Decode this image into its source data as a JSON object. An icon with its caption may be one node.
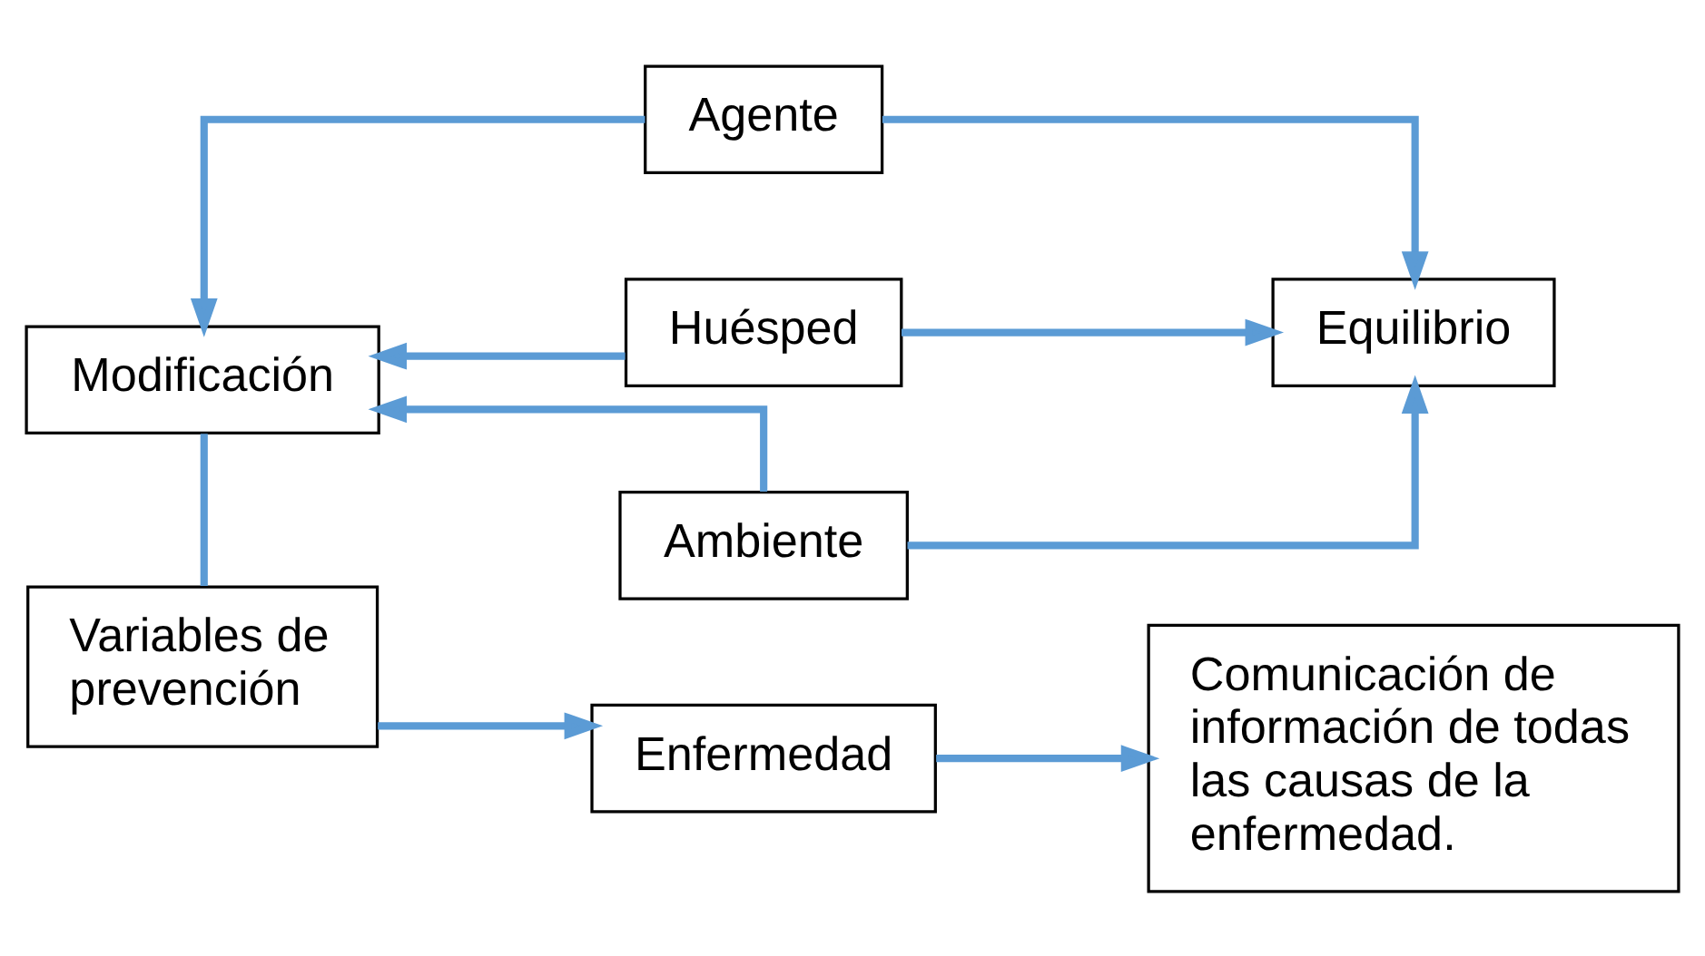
{
  "diagram": {
    "nodes": [
      {
        "text": [
          "Agente"
        ]
      },
      {
        "text": [
          "Modificación"
        ]
      },
      {
        "text": [
          "Huésped"
        ]
      },
      {
        "text": [
          "Equilibrio"
        ]
      },
      {
        "text": [
          "Ambiente"
        ]
      },
      {
        "text": [
          "Variables de prevención"
        ]
      },
      {
        "text": [
          "Enfermedad"
        ]
      },
      {
        "text": [
          "Comunicación de información de todas las causas de la enfermedad."
        ]
      }
    ],
    "edges": [
      {
        "from": 0,
        "to": 1,
        "arrow": "to"
      },
      {
        "from": 2,
        "to": 1,
        "arrow": "to"
      },
      {
        "from": 4,
        "to": 1,
        "arrow": "to"
      },
      {
        "from": 0,
        "to": 3,
        "arrow": "to"
      },
      {
        "from": 2,
        "to": 3,
        "arrow": "to"
      },
      {
        "from": 4,
        "to": 3,
        "arrow": "to"
      },
      {
        "from": 1,
        "to": 5,
        "arrow": "none"
      },
      {
        "from": 5,
        "to": 6,
        "arrow": "to"
      },
      {
        "from": 6,
        "to": 7,
        "arrow": "to"
      }
    ]
  }
}
